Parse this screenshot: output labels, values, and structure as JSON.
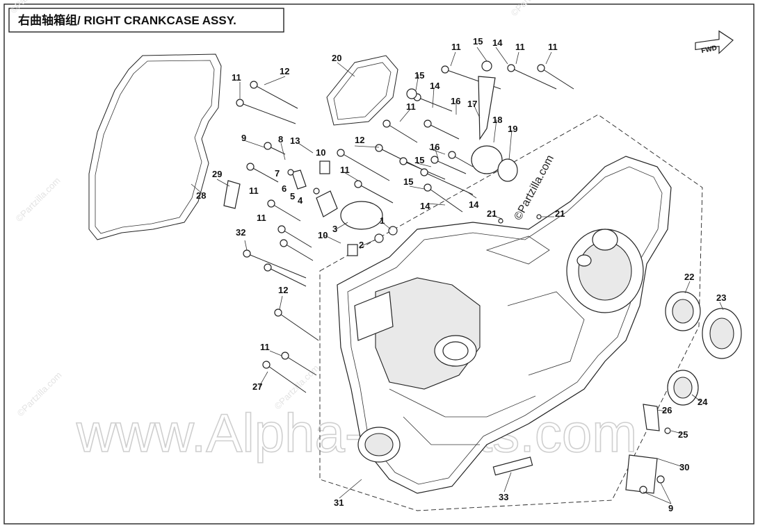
{
  "title": "右曲轴箱组/ RIGHT CRANKCASE ASSY.",
  "forward_label": "FWD",
  "watermark_main": "www.Alpha-Sports.com",
  "watermark_small": "©Partzilla.com",
  "watermark_brand": "©Partzilla.com",
  "callouts": [
    "11",
    "15",
    "14",
    "11",
    "11",
    "20",
    "12",
    "11",
    "15",
    "14",
    "11",
    "16",
    "17",
    "18",
    "19",
    "9",
    "8",
    "13",
    "10",
    "11",
    "12",
    "15",
    "16",
    "7",
    "6",
    "5",
    "4",
    "29",
    "11",
    "15",
    "14",
    "14",
    "28",
    "3",
    "21",
    "21",
    "1",
    "11",
    "10",
    "2",
    "32",
    "22",
    "23",
    "12",
    "11",
    "27",
    "26",
    "24",
    "25",
    "30",
    "9",
    "33",
    "31"
  ]
}
